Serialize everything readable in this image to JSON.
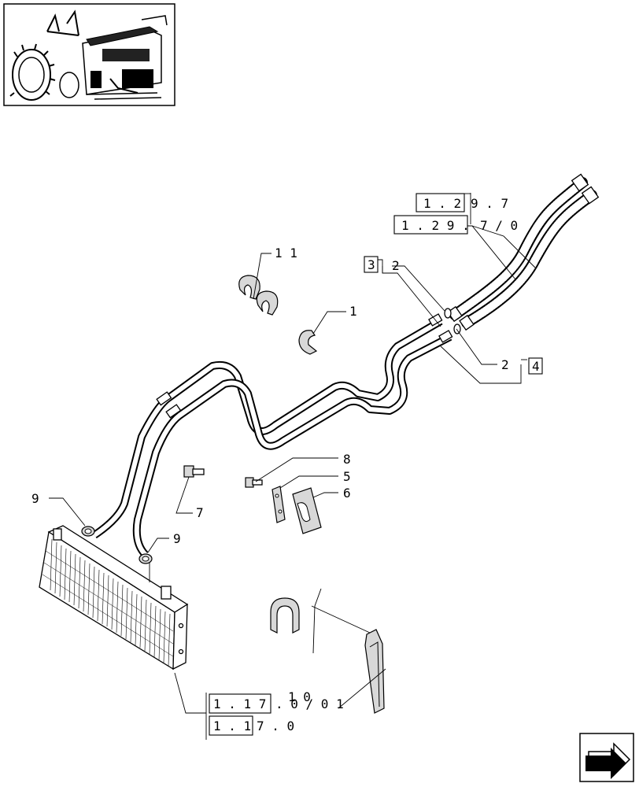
{
  "callouts": {
    "c11": "1 1",
    "c1": "1",
    "c2a": "2",
    "c2b": "2",
    "c3": "3",
    "c4": "4",
    "c5": "5",
    "c6": "6",
    "c7": "7",
    "c8": "8",
    "c9a": "9",
    "c9b": "9",
    "c10": "1 0"
  },
  "references": {
    "ref_top_a_box": "1 . 2",
    "ref_top_a_rest": "9 . 7",
    "ref_top_b_box": "1 . 2 9 .",
    "ref_top_b_rest": "7 / 0",
    "ref_bot_a_box": "1 . 1 7",
    "ref_bot_a_rest": ". 0 / 0 1",
    "ref_bot_b_box": "1 . 1",
    "ref_bot_b_rest": "7 . 0"
  },
  "icons": {
    "thumbnail": "tractor-thumbnail-icon",
    "next_page": "next-page-arrow-icon"
  }
}
